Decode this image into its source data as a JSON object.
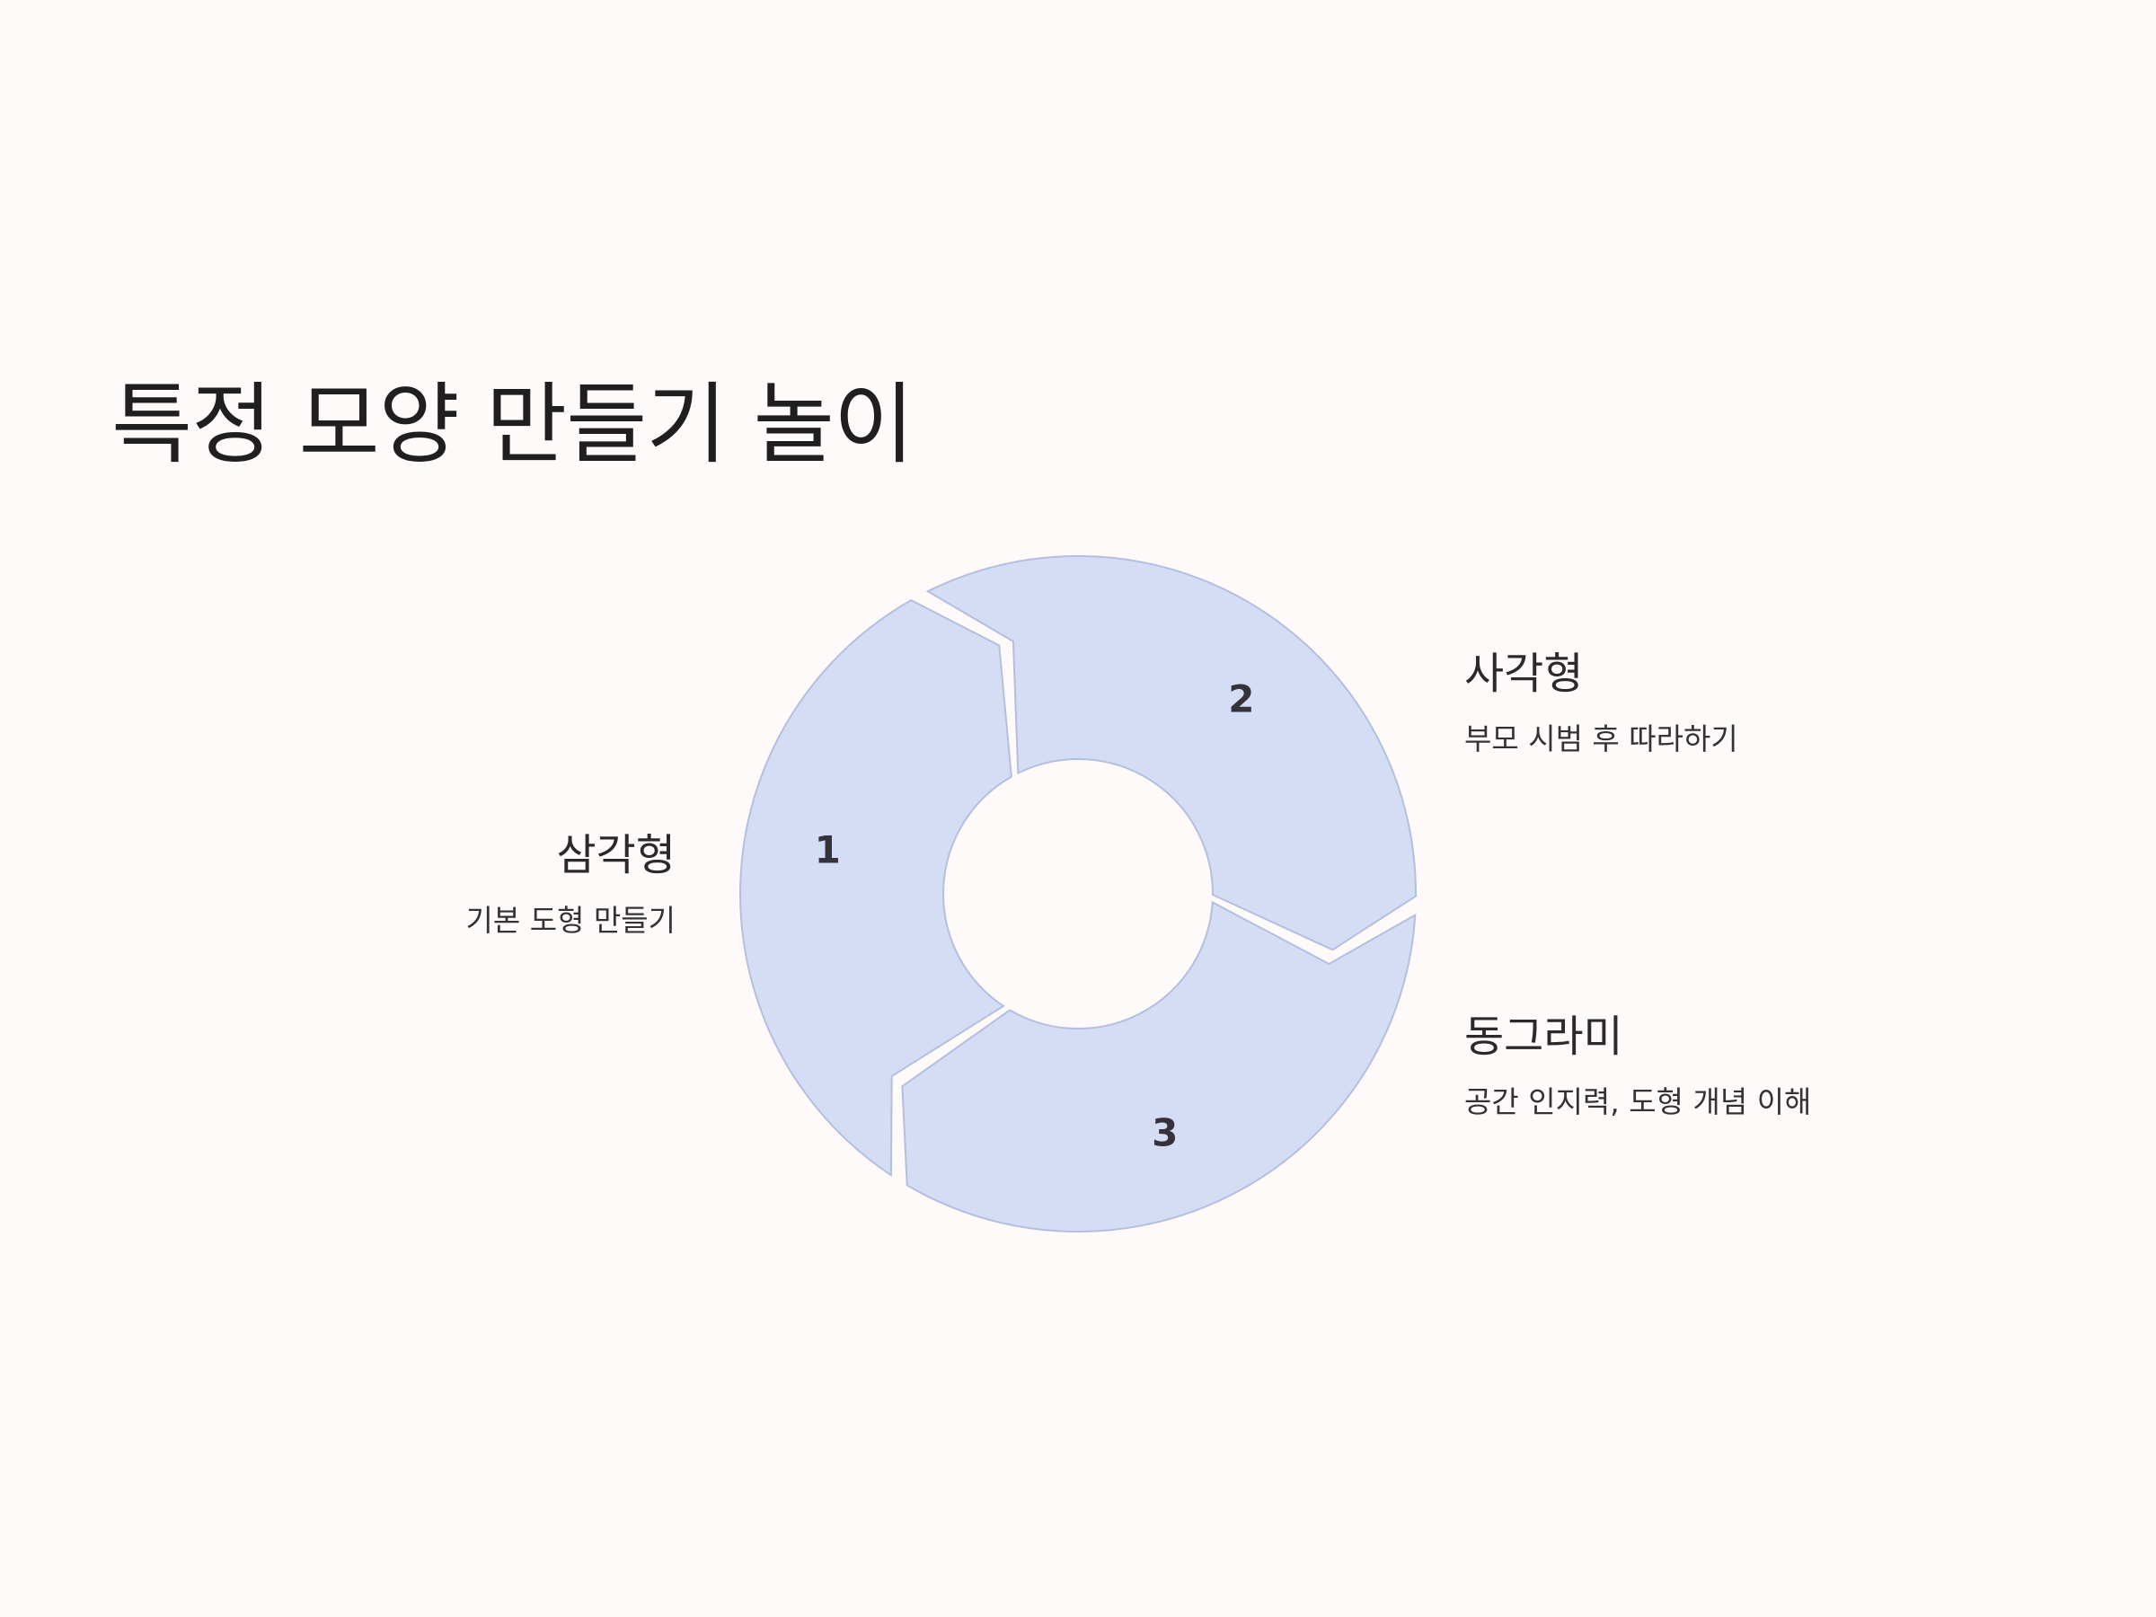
{
  "title": "특정 모양 만들기 놀이",
  "segments": [
    {
      "number": "1",
      "title": "삼각형",
      "description": "기본 도형 만들기"
    },
    {
      "number": "2",
      "title": "사각형",
      "description": "부모 시범 후 따라하기"
    },
    {
      "number": "3",
      "title": "동그라미",
      "description": "공간 인지력, 도형 개념 이해"
    }
  ],
  "colors": {
    "background": "#fffafa",
    "segment_fill": "#d5ddf5",
    "segment_stroke": "#b4bfe0",
    "text": "#1f1f1f"
  }
}
